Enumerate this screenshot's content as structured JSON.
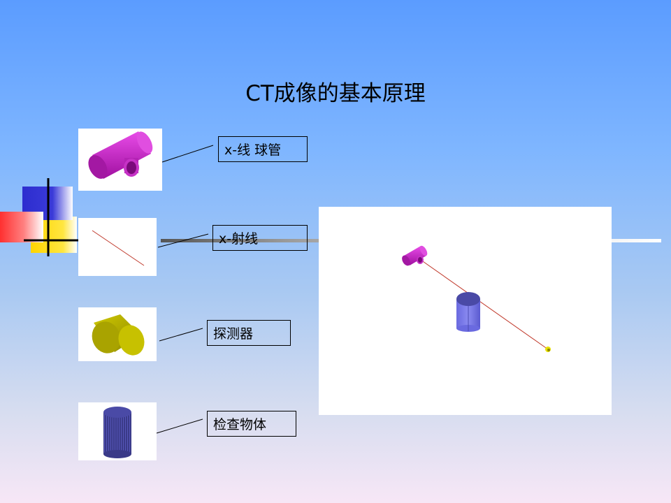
{
  "slide": {
    "title": "CT成像的基本原理"
  },
  "components": [
    {
      "label": "x-线 球管",
      "icon": "xray-tube-icon"
    },
    {
      "label": "x-射线",
      "icon": "xray-beam-icon"
    },
    {
      "label": "探测器",
      "icon": "detector-icon"
    },
    {
      "label": "检查物体",
      "icon": "object-cylinder-icon"
    }
  ],
  "colors": {
    "tube": "#d61ad6",
    "beam": "#c0392b",
    "detector": "#b7b000",
    "object": "#3c3c8c",
    "object_light": "#6f6fe0"
  }
}
